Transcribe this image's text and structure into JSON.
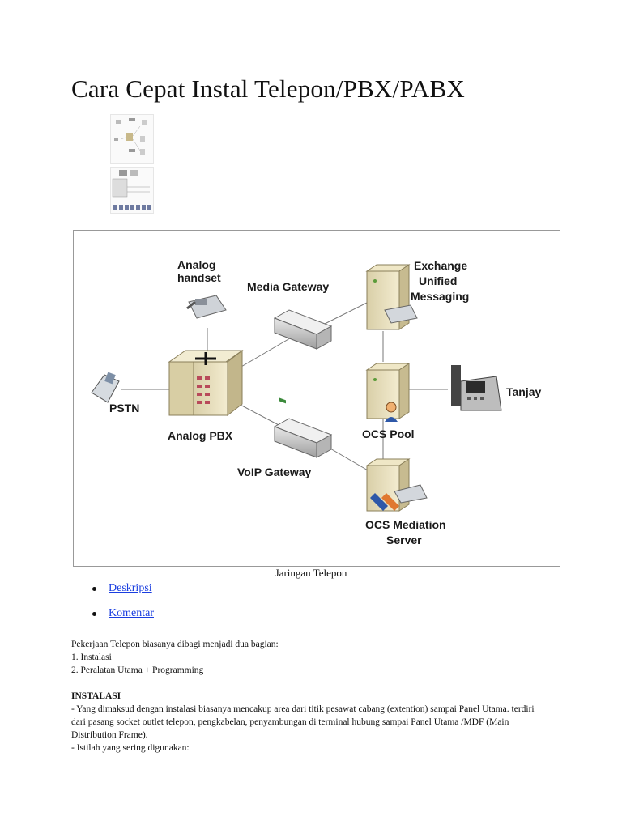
{
  "page": {
    "title": "Cara Cepat Instal Telepon/PBX/PABX"
  },
  "figure": {
    "caption": "Jaringan Telepon",
    "nodes": {
      "analog_handset": [
        "Analog",
        "handset"
      ],
      "media_gateway": "Media Gateway",
      "exchange": [
        "Exchange",
        "Unified",
        "Messaging"
      ],
      "pstn": "PSTN",
      "analog_pbx": "Analog PBX",
      "ocs_pool": "OCS Pool",
      "tanjay": "Tanjay",
      "voip_gateway": "VoIP Gateway",
      "ocs_mediation": [
        "OCS Mediation",
        "Server"
      ]
    }
  },
  "tabs": [
    {
      "label": "Deskripsi"
    },
    {
      "label": "Komentar"
    }
  ],
  "content": {
    "intro": "Pekerjaan Telepon biasanya dibagi menjadi dua bagian:",
    "item1": "1. Instalasi",
    "item2": "2. Peralatan Utama + Programming",
    "section_heading": "INSTALASI",
    "para1": "- Yang dimaksud dengan instalasi biasanya mencakup area dari titik pesawat cabang (extention) sampai Panel Utama. terdiri dari pasang socket outlet telepon, pengkabelan, penyambungan di terminal hubung sampai Panel Utama /MDF (Main Distribution Frame).",
    "para2": "- Istilah yang sering digunakan:"
  },
  "colors": {
    "link": "#1a3ee0",
    "text": "#111111"
  }
}
